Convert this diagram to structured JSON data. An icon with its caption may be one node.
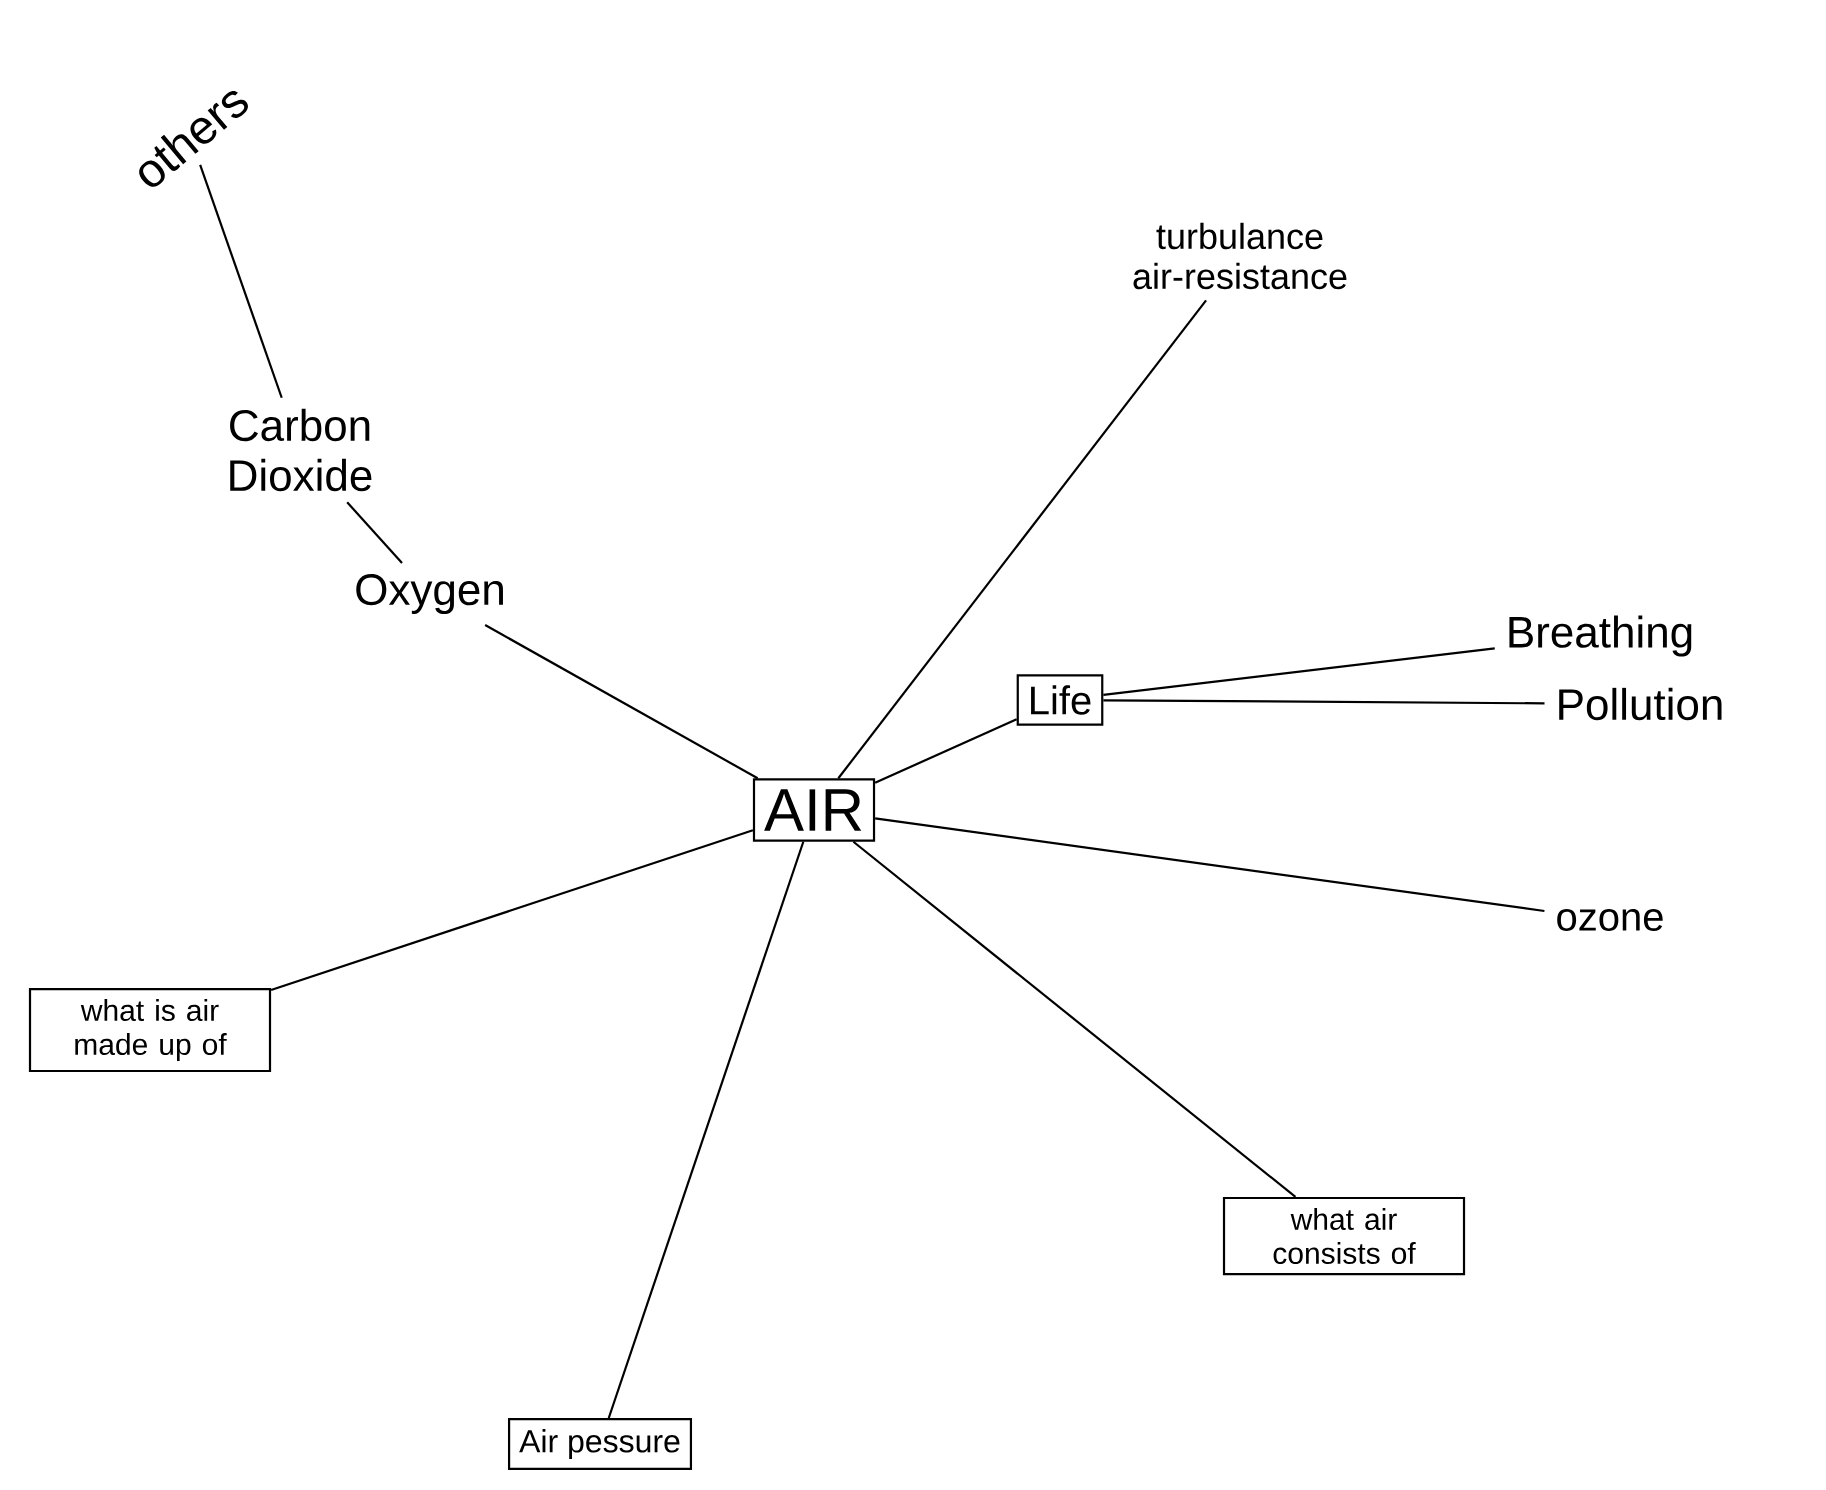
{
  "diagram": {
    "nodes": [
      {
        "text": [
          "AIR"
        ]
      },
      {
        "text": [
          "others"
        ]
      },
      {
        "text": [
          "Carbon Dioxide"
        ]
      },
      {
        "text": [
          "Oxygen"
        ]
      },
      {
        "text": [
          "turbulance air-resistance"
        ]
      },
      {
        "text": [
          "Life"
        ]
      },
      {
        "text": [
          "Breathing"
        ]
      },
      {
        "text": [
          "Pollution"
        ]
      },
      {
        "text": [
          "ozone"
        ]
      },
      {
        "text": [
          "what is air made up of"
        ]
      },
      {
        "text": [
          "what air consists of"
        ]
      },
      {
        "text": [
          "Air pessure"
        ]
      }
    ],
    "edges": [
      {
        "from": 1,
        "to": 2,
        "arrow": "none"
      },
      {
        "from": 2,
        "to": 3,
        "arrow": "none"
      },
      {
        "from": 3,
        "to": 0,
        "arrow": "none"
      },
      {
        "from": 4,
        "to": 0,
        "arrow": "none"
      },
      {
        "from": 0,
        "to": 5,
        "arrow": "none"
      },
      {
        "from": 5,
        "to": 6,
        "arrow": "none"
      },
      {
        "from": 5,
        "to": 7,
        "arrow": "none"
      },
      {
        "from": 0,
        "to": 8,
        "arrow": "none"
      },
      {
        "from": 0,
        "to": 9,
        "arrow": "none"
      },
      {
        "from": 0,
        "to": 10,
        "arrow": "none"
      },
      {
        "from": 0,
        "to": 11,
        "arrow": "none"
      }
    ]
  }
}
